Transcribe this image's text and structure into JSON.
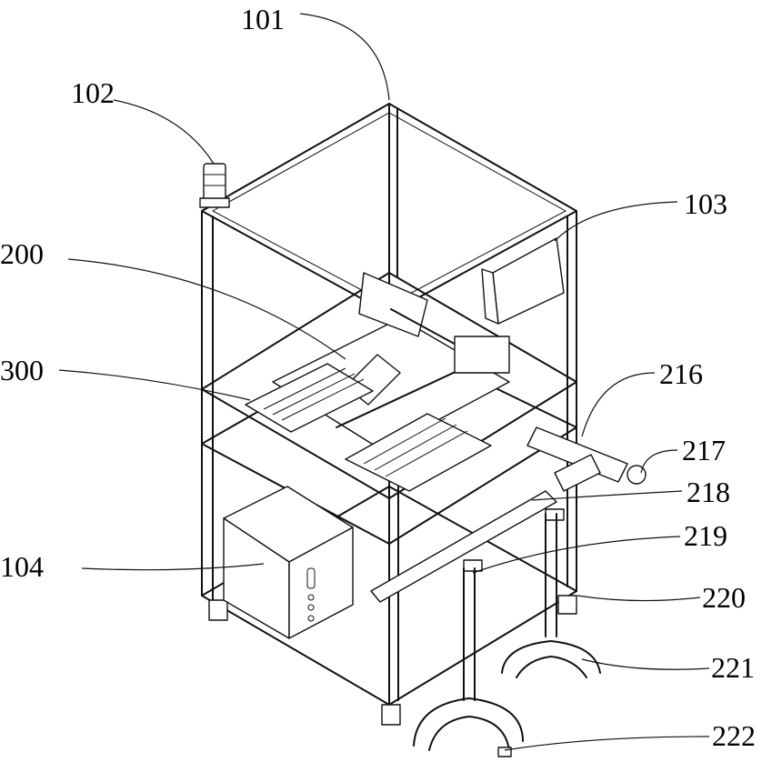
{
  "labels": {
    "l101": "101",
    "l102": "102",
    "l103": "103",
    "l104": "104",
    "l200": "200",
    "l300": "300",
    "l216": "216",
    "l217": "217",
    "l218": "218",
    "l219": "219",
    "l220": "220",
    "l221": "221",
    "l222": "222"
  }
}
